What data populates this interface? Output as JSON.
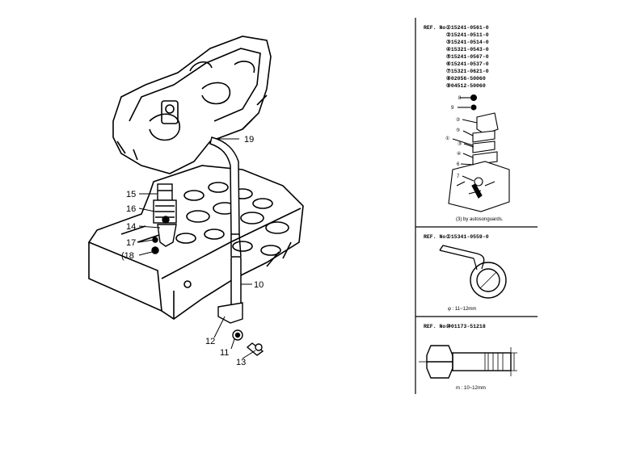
{
  "callouts": {
    "c10": "10",
    "c11": "11",
    "c12": "12",
    "c13": "13",
    "c14": "14",
    "c15": "15",
    "c16": "16",
    "c17": "17",
    "c18": "(18",
    "c19": "19"
  },
  "panel1": {
    "ref_label": "REF. No.",
    "parts": [
      "①15241-0561-0",
      "②15241-0511-0",
      "③15241-0514-0",
      "④15321-0543-0",
      "⑤15241-0567-0",
      "⑥15241-0537-0",
      "⑦15321-0621-0",
      "⑧02056-50060",
      "⑨04512-50060"
    ],
    "mini_callouts": [
      "8",
      "9",
      "②",
      "⑤",
      "①",
      "③",
      "④",
      "6",
      "7"
    ],
    "caption": "(3) by autosonguards."
  },
  "panel2": {
    "ref_label": "REF. No.",
    "part": "①15341-0559-0",
    "dimension": "φ : 11~12mm"
  },
  "panel3": {
    "ref_label": "REF. No.",
    "part": "⑩01173-51218",
    "dimension": "m : 10~12mm"
  }
}
